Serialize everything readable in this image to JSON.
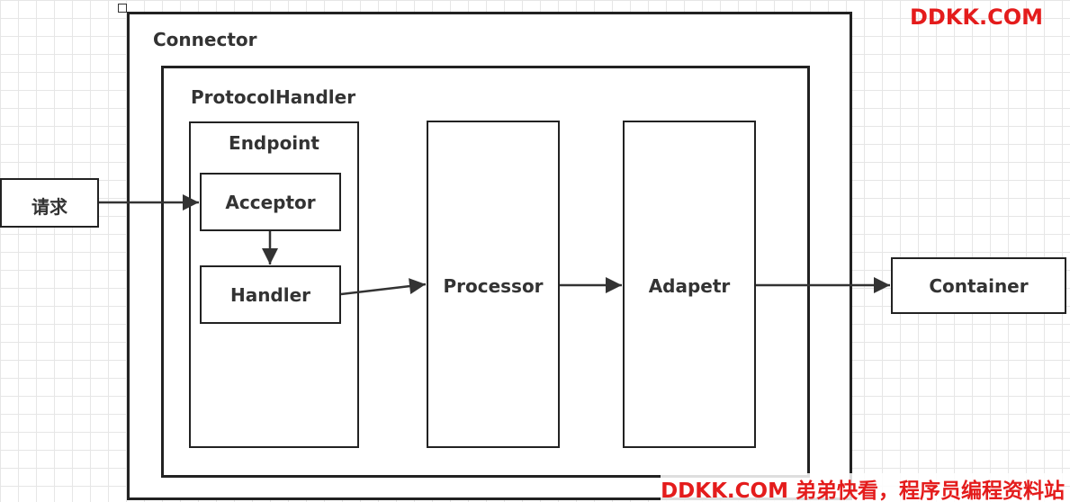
{
  "diagram": {
    "connector": {
      "label": "Connector"
    },
    "protocol_handler": {
      "label": "ProtocolHandler"
    },
    "endpoint": {
      "label": "Endpoint"
    },
    "acceptor": {
      "label": "Acceptor"
    },
    "handler": {
      "label": "Handler"
    },
    "processor": {
      "label": "Processor"
    },
    "adapter": {
      "label": "Adapetr"
    },
    "request": {
      "label": "请求"
    },
    "container": {
      "label": "Container"
    },
    "edges": [
      {
        "from": "请求",
        "to": "Acceptor"
      },
      {
        "from": "Acceptor",
        "to": "Handler"
      },
      {
        "from": "Handler",
        "to": "Processor"
      },
      {
        "from": "Processor",
        "to": "Adapetr"
      },
      {
        "from": "Adapetr",
        "to": "Container"
      }
    ]
  },
  "watermark": {
    "top": "DDKK.COM",
    "bottom": "DDKK.COM 弟弟快看，程序员编程资料站"
  },
  "colors": {
    "border": "#222222",
    "text": "#333333",
    "watermark": "#e41c1c",
    "grid": "#e6e6e6"
  }
}
